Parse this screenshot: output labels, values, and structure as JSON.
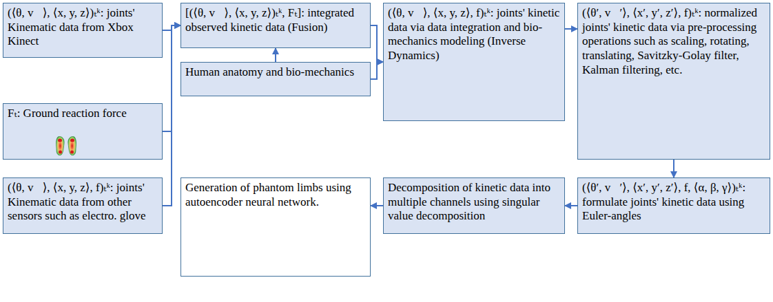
{
  "diagram": {
    "nodes": [
      {
        "text": [
          "(⟨θ, v⃗⟩, ⟨x, y, z⟩)ₜᵏ: joints' Kinematic data from Xbox Kinect"
        ]
      },
      {
        "text": [
          "[(⟨θ, v⃗⟩, ⟨x, y, z⟩)ₜᵏ, Fₜ]: integrated observed kinetic data (Fusion)"
        ]
      },
      {
        "text": [
          "(⟨θ, v⃗⟩, ⟨x, y, z⟩, f)ₜᵏ: joints' kinetic data via data integration and bio-mechanics modeling (Inverse Dynamics)"
        ]
      },
      {
        "text": [
          "(⟨θ′, v⃗′⟩, ⟨x′, y′, z′⟩, f)ₜᵏ: normalized joints' kinetic data via pre-processing operations such as scaling, rotating, translating, Savitzky-Golay filter, Kalman filtering, etc."
        ]
      },
      {
        "text": [
          "Human anatomy and bio-mechanics"
        ]
      },
      {
        "text": [
          "Fₜ: Ground reaction force"
        ]
      },
      {
        "text": [
          "(⟨θ, v⃗⟩, ⟨x, y, z⟩, f)ₜᵏ: joints' Kinematic data from other sensors such as electro. glove"
        ]
      },
      {
        "text": [
          "Generation of phantom limbs using autoencoder neural network."
        ]
      },
      {
        "text": [
          "Decomposition of kinetic data into multiple channels using singular value decomposition"
        ]
      },
      {
        "text": [
          "(⟨θ′, v⃗′⟩, ⟨x′, y′, z′⟩, f, ⟨α, β, γ⟩)ₜᵏ: formulate joints' kinetic data using Euler-angles"
        ]
      }
    ],
    "edges": [
      {
        "from": 0,
        "to": 1,
        "arrow": "to"
      },
      {
        "from": 5,
        "to": 1,
        "arrow": "to"
      },
      {
        "from": 6,
        "to": 1,
        "arrow": "to"
      },
      {
        "from": 4,
        "to": 1,
        "arrow": "to"
      },
      {
        "from": 1,
        "to": 2,
        "arrow": "to"
      },
      {
        "from": 4,
        "to": 2,
        "arrow": "to"
      },
      {
        "from": 2,
        "to": 3,
        "arrow": "to"
      },
      {
        "from": 3,
        "to": 9,
        "arrow": "to"
      },
      {
        "from": 9,
        "to": 8,
        "arrow": "to"
      },
      {
        "from": 8,
        "to": 7,
        "arrow": "to"
      }
    ]
  }
}
